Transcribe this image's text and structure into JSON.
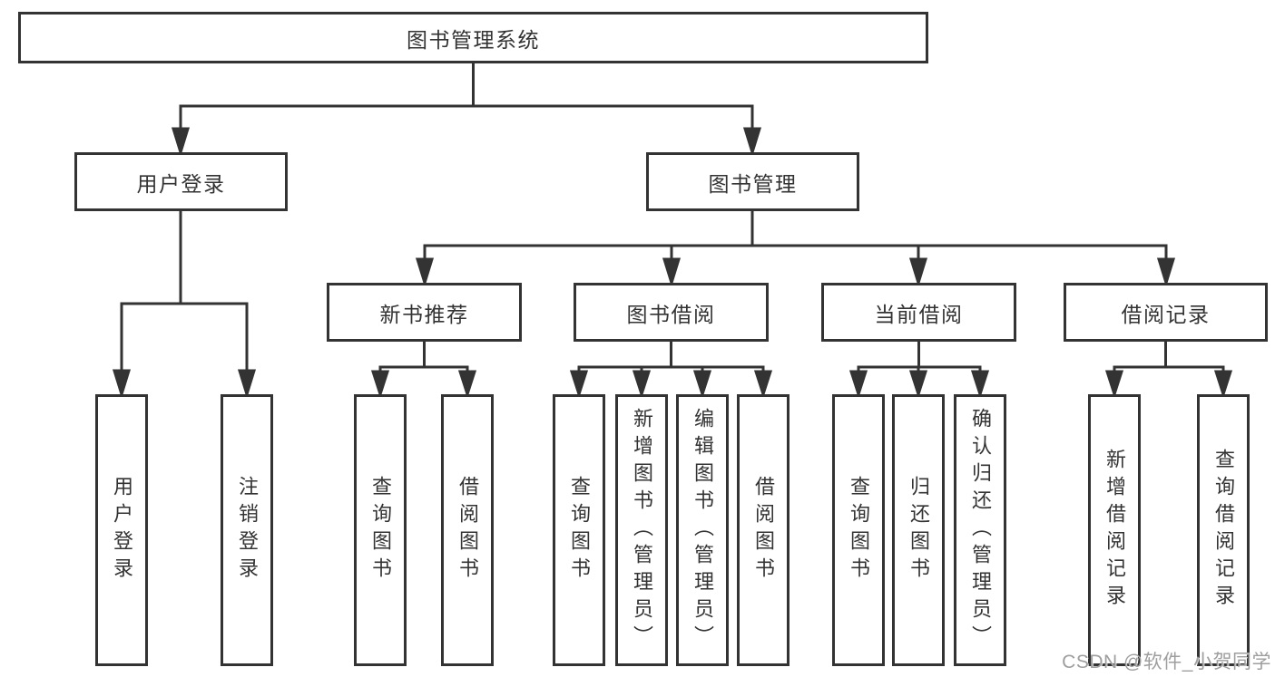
{
  "diagram": {
    "title": "图书管理系统",
    "level2": [
      {
        "label": "用户登录"
      },
      {
        "label": "图书管理"
      }
    ],
    "level3": [
      {
        "label": "新书推荐",
        "parent": "图书管理"
      },
      {
        "label": "图书借阅",
        "parent": "图书管理"
      },
      {
        "label": "当前借阅",
        "parent": "图书管理"
      },
      {
        "label": "借阅记录",
        "parent": "图书管理"
      }
    ],
    "leaves": [
      {
        "label": "用户登录",
        "parent": "用户登录"
      },
      {
        "label": "注销登录",
        "parent": "用户登录"
      },
      {
        "label": "查询图书",
        "parent": "新书推荐"
      },
      {
        "label": "借阅图书",
        "parent": "新书推荐"
      },
      {
        "label": "查询图书",
        "parent": "图书借阅"
      },
      {
        "label": "新增图书（管理员）",
        "parent": "图书借阅"
      },
      {
        "label": "编辑图书（管理员）",
        "parent": "图书借阅"
      },
      {
        "label": "借阅图书",
        "parent": "图书借阅"
      },
      {
        "label": "查询图书",
        "parent": "当前借阅"
      },
      {
        "label": "归还图书",
        "parent": "当前借阅"
      },
      {
        "label": "确认归还（管理员）",
        "parent": "当前借阅"
      },
      {
        "label": "新增借阅记录",
        "parent": "借阅记录"
      },
      {
        "label": "查询借阅记录",
        "parent": "借阅记录"
      }
    ]
  },
  "watermark": {
    "text": "CSDN @软件_小贺同学"
  },
  "colors": {
    "line": "#333333",
    "text": "#333333",
    "box_background": "#ffffff",
    "page_background": "#ffffff",
    "watermark": "#9e9e9e"
  }
}
